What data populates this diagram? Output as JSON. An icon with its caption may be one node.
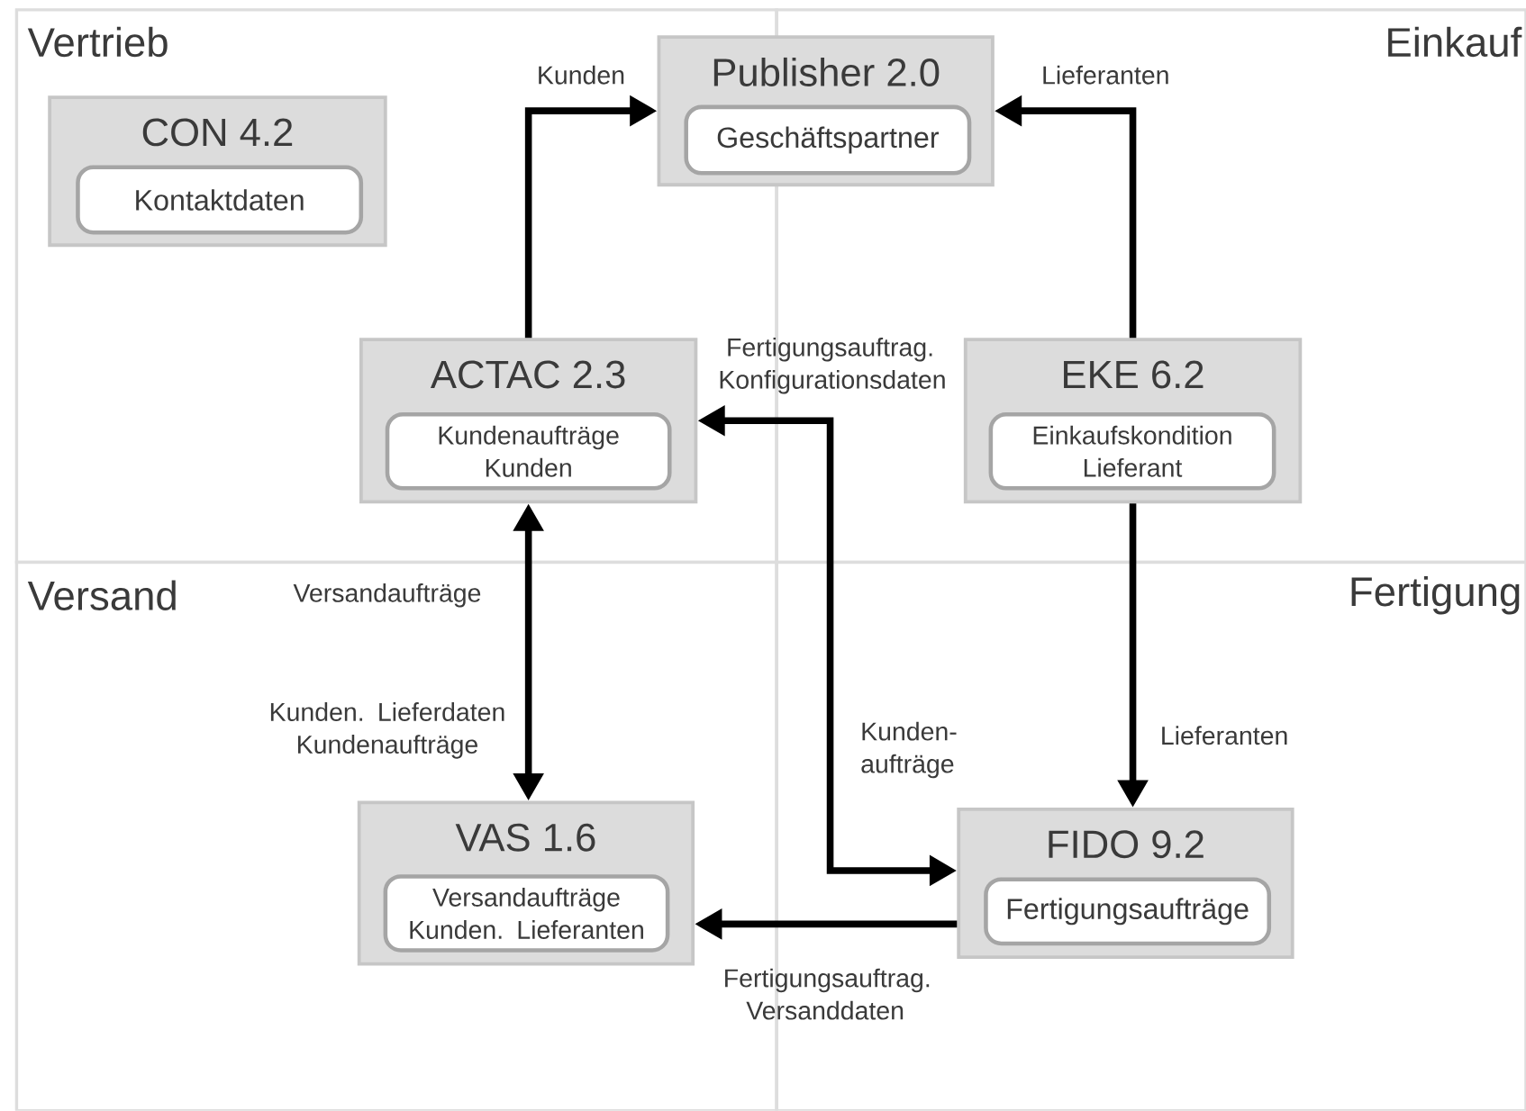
{
  "diagram": {
    "nodes": [
      {
        "text": [
          "Vertrieb"
        ]
      },
      {
        "text": [
          "Einkauf"
        ]
      },
      {
        "text": [
          "Versand"
        ]
      },
      {
        "text": [
          "Fertigung"
        ]
      },
      {
        "text": [
          "Publisher 2.0"
        ]
      },
      {
        "text": [
          "Geschäftspartner"
        ],
        "in": 4
      },
      {
        "text": [
          "CON 4.2"
        ],
        "in": 0
      },
      {
        "text": [
          "Kontaktdaten"
        ],
        "in": 6
      },
      {
        "text": [
          "ACTAC 2.3"
        ],
        "in": 0
      },
      {
        "text": [
          "Kundenaufträge Kunden"
        ],
        "in": 8
      },
      {
        "text": [
          "EKE 6.2"
        ],
        "in": 1
      },
      {
        "text": [
          "Einkaufskondition Lieferant"
        ],
        "in": 10
      },
      {
        "text": [
          "VAS 1.6"
        ],
        "in": 2
      },
      {
        "text": [
          "Versandaufträge Kunden. Lieferanten"
        ],
        "in": 12
      },
      {
        "text": [
          "FIDO 9.2"
        ],
        "in": 3
      },
      {
        "text": [
          "Fertigungsaufträge"
        ],
        "in": 14
      }
    ],
    "edges": [
      {
        "from": 8,
        "to": 4,
        "arrow": "to",
        "label": "Kunden"
      },
      {
        "from": 10,
        "to": 4,
        "arrow": "to",
        "label": "Lieferanten"
      },
      {
        "from": 14,
        "to": 8,
        "arrow": "both",
        "label": "Fertigungsauftrag. Konfigurationsdaten"
      },
      {
        "from": 8,
        "to": 12,
        "arrow": "both",
        "label": "Kunden. Lieferdaten Kundenaufträge"
      },
      {
        "from": 10,
        "to": 14,
        "arrow": "to",
        "label": "Lieferanten"
      },
      {
        "from": 14,
        "to": 12,
        "arrow": "to",
        "label": "Fertigungsauftrag. Versanddaten"
      }
    ],
    "labels": [
      "Versandaufträge",
      "Kunden- aufträge"
    ]
  }
}
